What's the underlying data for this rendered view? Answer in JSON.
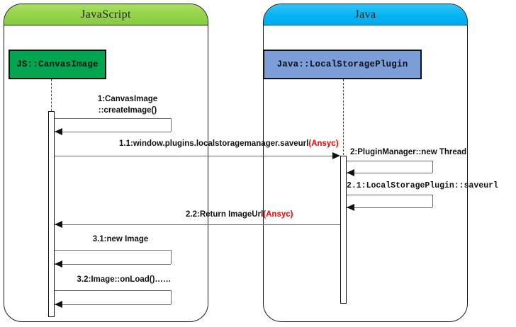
{
  "diagram": {
    "type": "uml-sequence-diagram",
    "lanes": [
      {
        "title": "JavaScript",
        "color": "#93d24a"
      },
      {
        "title": "Java",
        "color": "#05b3f2"
      }
    ],
    "participants": [
      {
        "name": "JS::CanvasImage",
        "color": "#00a550"
      },
      {
        "name": "Java::LocalStoragePlugin",
        "color": "#7b9ed8"
      }
    ],
    "messages": [
      {
        "id": "1",
        "label_line1": "1:CanvasImage",
        "label_line2": "::createImage()",
        "kind": "self",
        "from": "JS::CanvasImage",
        "to": "JS::CanvasImage"
      },
      {
        "id": "1.1",
        "label": "1.1:window.plugins.localstoragemanager.saveurl",
        "suffix": "(Ansyc)",
        "kind": "call",
        "from": "JS::CanvasImage",
        "to": "Java::LocalStoragePlugin"
      },
      {
        "id": "2",
        "label": "2:PluginManager::new Thread",
        "kind": "self",
        "from": "Java::LocalStoragePlugin",
        "to": "Java::LocalStoragePlugin"
      },
      {
        "id": "2.1",
        "label": "2.1:LocalStoragePlugin::saveurl",
        "kind": "self",
        "from": "Java::LocalStoragePlugin",
        "to": "Java::LocalStoragePlugin"
      },
      {
        "id": "2.2",
        "label": "2.2:Return ImageUrl",
        "suffix": "(Ansyc)",
        "kind": "return",
        "from": "Java::LocalStoragePlugin",
        "to": "JS::CanvasImage"
      },
      {
        "id": "3.1",
        "label": "3.1:new Image",
        "kind": "self",
        "from": "JS::CanvasImage",
        "to": "JS::CanvasImage"
      },
      {
        "id": "3.2",
        "label": "3.2:Image::onLoad()……",
        "kind": "self",
        "from": "JS::CanvasImage",
        "to": "JS::CanvasImage"
      }
    ],
    "async_marker": "(Ansyc)"
  }
}
